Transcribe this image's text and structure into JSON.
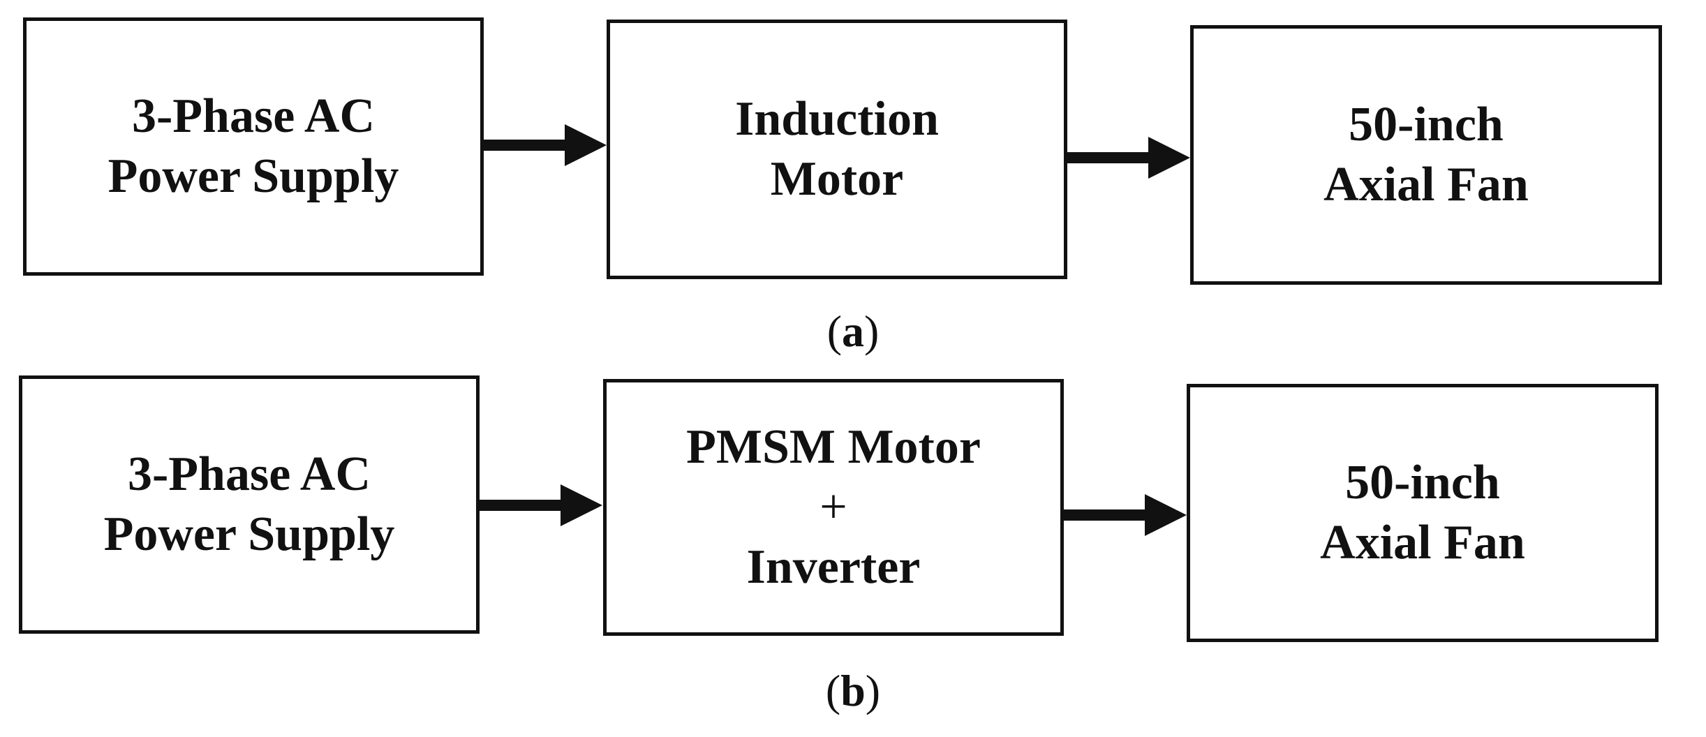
{
  "panel_a": {
    "caption_open": "(",
    "caption_letter": "a",
    "caption_close": ")",
    "block1": {
      "line1": "3-Phase AC",
      "line2": "Power Supply"
    },
    "block2": {
      "line1": "Induction",
      "line2": "Motor"
    },
    "block3": {
      "line1": "50-inch",
      "line2": "Axial Fan"
    }
  },
  "panel_b": {
    "caption_open": "(",
    "caption_letter": "b",
    "caption_close": ")",
    "block1": {
      "line1": "3-Phase AC",
      "line2": "Power Supply"
    },
    "block2": {
      "line1": "PMSM Motor",
      "line2": "+",
      "line3": "Inverter"
    },
    "block3": {
      "line1": "50-inch",
      "line2": "Axial Fan"
    }
  }
}
